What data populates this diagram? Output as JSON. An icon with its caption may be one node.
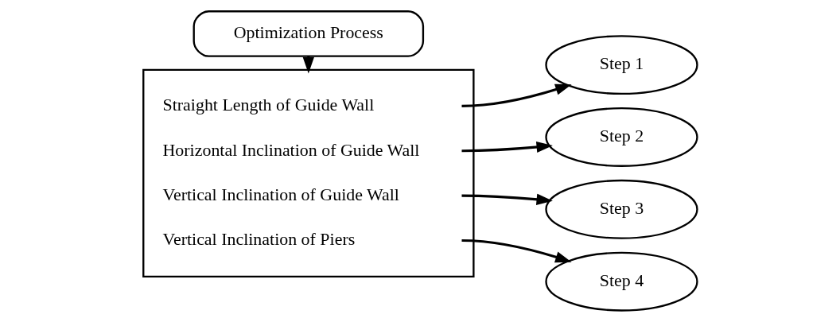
{
  "diagram": {
    "nodes": [
      {
        "text": [
          "Optimization Process"
        ]
      },
      {
        "text": [
          "Straight Length of Guide Wall",
          "Horizontal Inclination of Guide Wall",
          "Vertical Inclination of Guide Wall",
          "Vertical Inclination of Piers"
        ]
      },
      {
        "text": [
          "Step 1"
        ]
      },
      {
        "text": [
          "Step 2"
        ]
      },
      {
        "text": [
          "Step 3"
        ]
      },
      {
        "text": [
          "Step 4"
        ]
      }
    ],
    "edges": [
      {
        "from": 0,
        "to": 1,
        "arrow": "to"
      },
      {
        "from": 1,
        "to": 2,
        "arrow": "to"
      },
      {
        "from": 1,
        "to": 3,
        "arrow": "to"
      },
      {
        "from": 1,
        "to": 4,
        "arrow": "to"
      },
      {
        "from": 1,
        "to": 5,
        "arrow": "to"
      }
    ]
  }
}
